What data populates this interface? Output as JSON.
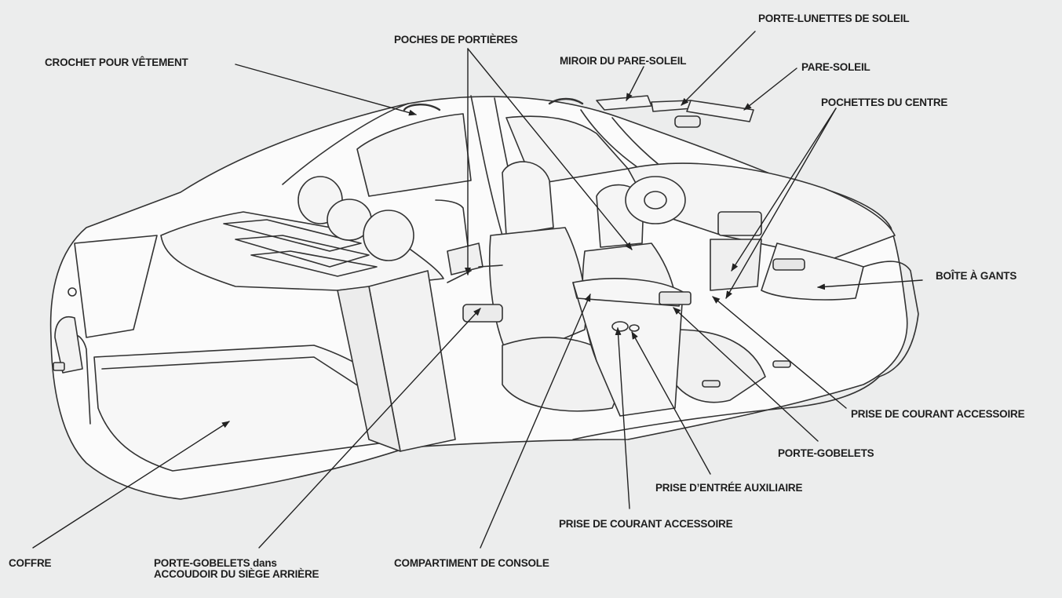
{
  "labels": {
    "crochet": "CROCHET POUR VÊTEMENT",
    "poches_portieres": "POCHES DE PORTIÈRES",
    "miroir": "MIROIR DU PARE-SOLEIL",
    "porte_lunettes": "PORTE-LUNETTES DE SOLEIL",
    "pare_soleil": "PARE-SOLEIL",
    "pochettes_centre": "POCHETTES DU CENTRE",
    "boite_gants": "BOÎTE À GANTS",
    "prise_courant_droite": "PRISE DE COURANT ACCESSOIRE",
    "porte_gobelets": "PORTE-GOBELETS",
    "prise_entree_aux": "PRISE D’ENTRÉE AUXILIAIRE",
    "prise_courant_bas": "PRISE DE COURANT ACCESSOIRE",
    "compartiment_console": "COMPARTIMENT DE CONSOLE",
    "porte_gobelets_arriere_l1": "PORTE-GOBELETS dans",
    "porte_gobelets_arriere_l2": "ACCOUDOIR DU SIÈGE ARRIÈRE",
    "coffre": "COFFRE"
  }
}
